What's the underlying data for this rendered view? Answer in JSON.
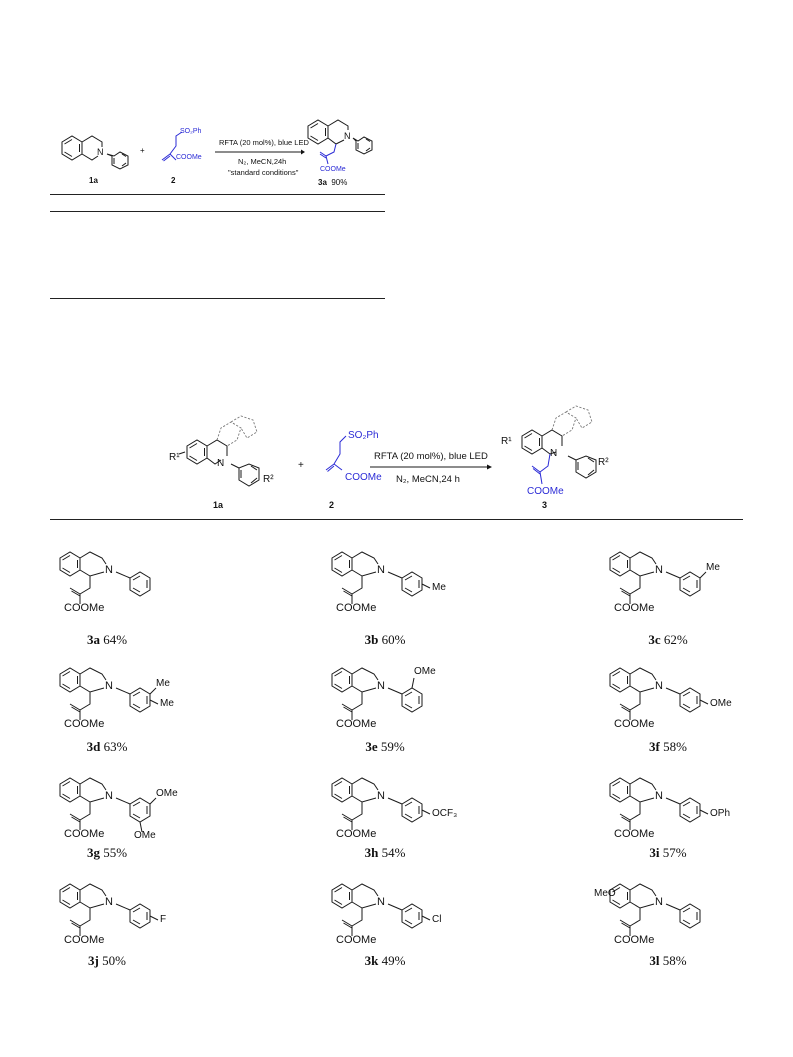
{
  "scheme1": {
    "sm1_label": "1a",
    "reagent_label": "2",
    "plus": "+",
    "reagent_sulfonyl": "SO₂Ph",
    "reagent_ester": "COOMe",
    "conditions_line1": "RFTA (20 mol%), blue LED",
    "conditions_line2": "N₂, MeCN,24h",
    "conditions_line3": "\"standard conditions\"",
    "product_label": "3a",
    "product_yield": "90%",
    "product_ester": "COOMe",
    "product_n": "N"
  },
  "scheme2": {
    "sm_label": "1a",
    "reagent_label": "2",
    "plus": "+",
    "reagent_sulfonyl": "SO₂Ph",
    "reagent_ester": "COOMe",
    "conditions_line1": "RFTA (20 mol%), blue LED",
    "conditions_line2": "N₂, MeCN,24 h",
    "product_label": "3",
    "r1": "R¹",
    "r2": "R²",
    "ester": "COOMe",
    "n": "N"
  },
  "compounds": [
    {
      "id": "3a",
      "yield": "64%",
      "sub": "",
      "sub2": "",
      "ring_sub": ""
    },
    {
      "id": "3b",
      "yield": "60%",
      "sub": "Me",
      "sub2": "",
      "ring_sub": ""
    },
    {
      "id": "3c",
      "yield": "62%",
      "sub": "Me",
      "sub2": "",
      "ring_sub": ""
    },
    {
      "id": "3d",
      "yield": "63%",
      "sub": "Me",
      "sub2": "Me",
      "ring_sub": ""
    },
    {
      "id": "3e",
      "yield": "59%",
      "sub": "OMe",
      "sub2": "",
      "ring_sub": ""
    },
    {
      "id": "3f",
      "yield": "58%",
      "sub": "OMe",
      "sub2": "",
      "ring_sub": ""
    },
    {
      "id": "3g",
      "yield": "55%",
      "sub": "OMe",
      "sub2": "OMe",
      "ring_sub": ""
    },
    {
      "id": "3h",
      "yield": "54%",
      "sub": "OCF₃",
      "sub2": "",
      "ring_sub": ""
    },
    {
      "id": "3i",
      "yield": "57%",
      "sub": "OPh",
      "sub2": "",
      "ring_sub": ""
    },
    {
      "id": "3j",
      "yield": "50%",
      "sub": "F",
      "sub2": "",
      "ring_sub": ""
    },
    {
      "id": "3k",
      "yield": "49%",
      "sub": "Cl",
      "sub2": "",
      "ring_sub": ""
    },
    {
      "id": "3l",
      "yield": "58%",
      "sub": "",
      "sub2": "",
      "ring_sub": "MeO"
    }
  ],
  "common": {
    "n": "N",
    "ester": "COOMe"
  },
  "colors": {
    "reagent_blue": "#2b2bd6",
    "text": "#111111"
  }
}
